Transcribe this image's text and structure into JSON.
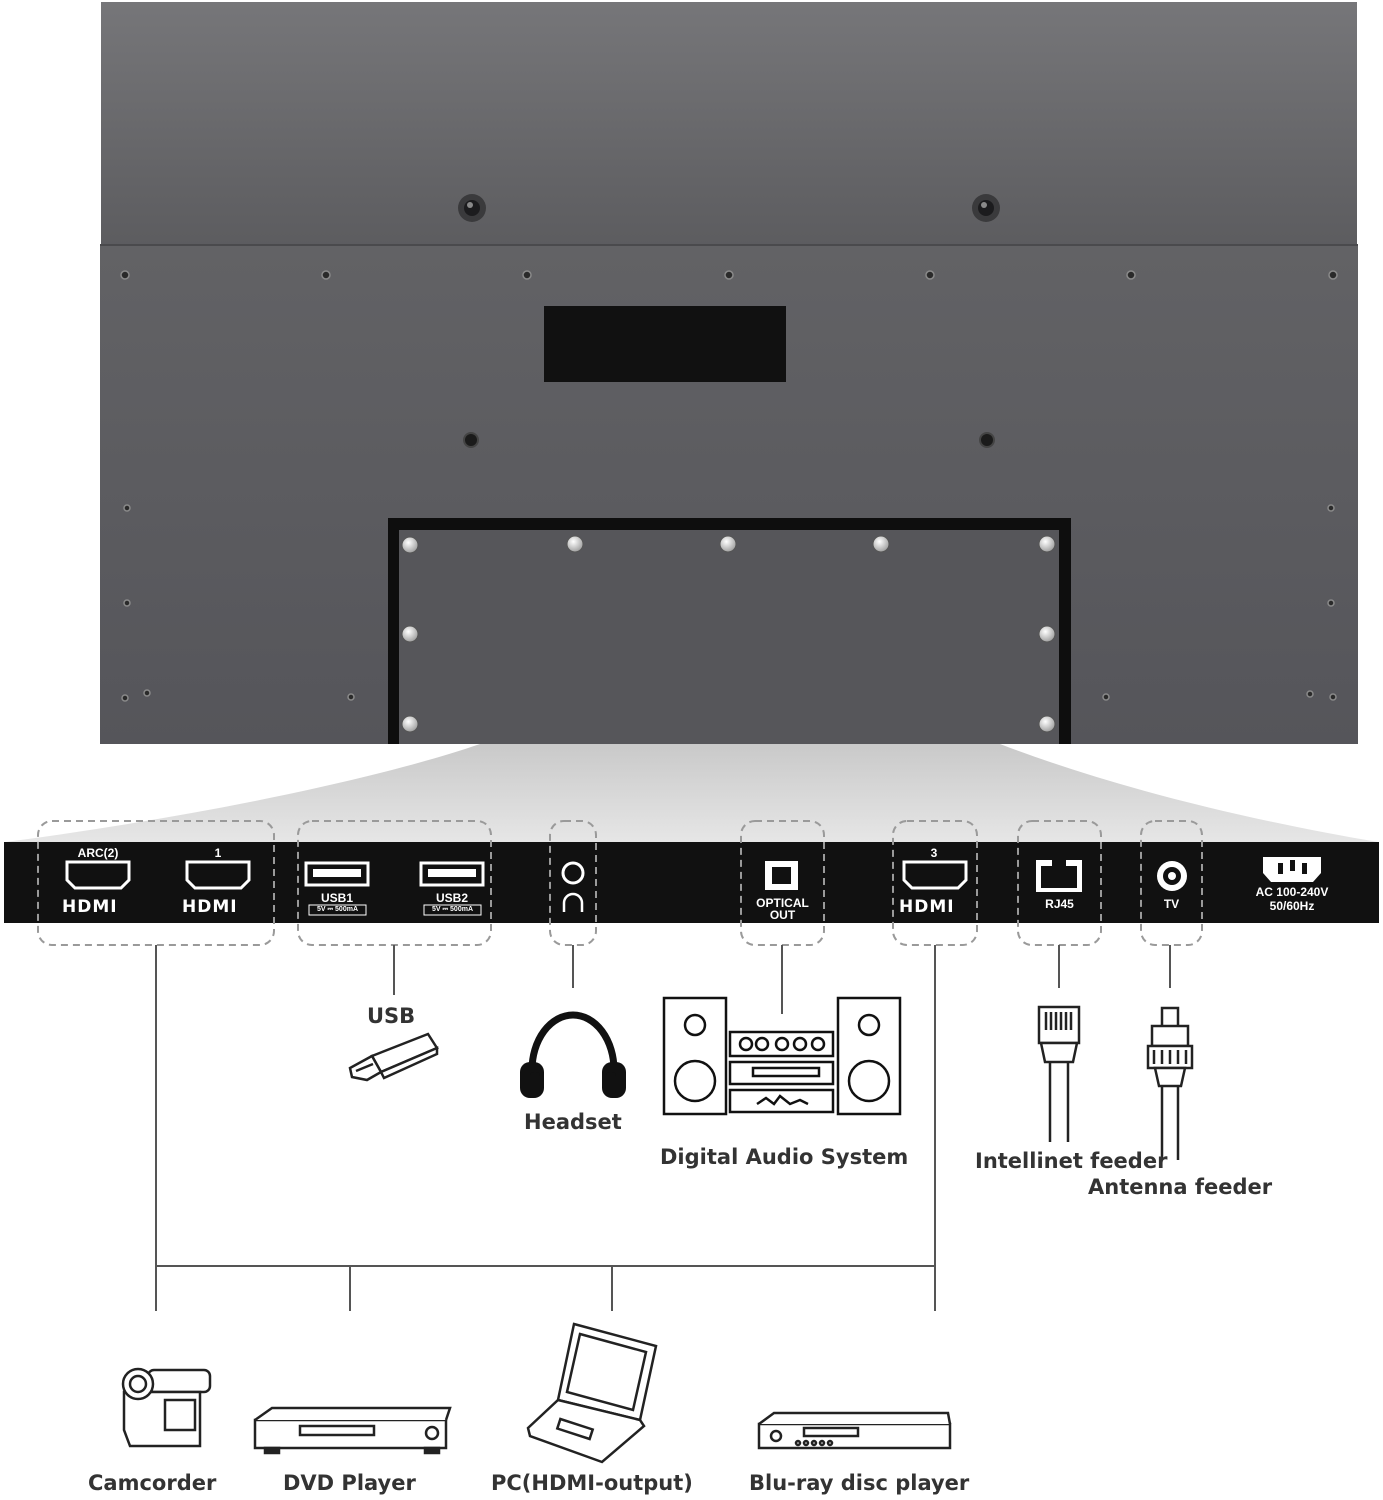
{
  "colors": {
    "panel_dark": "#5f5f62",
    "panel_light": "#6a6a6d",
    "strip": "#111111",
    "label": "#333333",
    "funnel": "#d6d6d6"
  },
  "ports": {
    "hdmi_arc": "ARC(2)",
    "hdmi_1": "1",
    "hdmi_3": "3",
    "hdmi_logo": "HDMI",
    "usb1": "USB1",
    "usb2": "USB2",
    "usb_rating": "5V ⎓ 500mA",
    "optical": "OPTICAL",
    "optical_out": "OUT",
    "rj45": "RJ45",
    "tv": "TV",
    "ac": "AC 100-240V",
    "ac_freq": "50/60Hz"
  },
  "devices": {
    "usb": "USB",
    "headset": "Headset",
    "audio": "Digital Audio System",
    "intellinet": "Intellinet feeder",
    "antenna": "Antenna feeder",
    "camcorder": "Camcorder",
    "dvd": "DVD Player",
    "pc": "PC(HDMI-output)",
    "bluray": "Blu-ray disc player"
  }
}
